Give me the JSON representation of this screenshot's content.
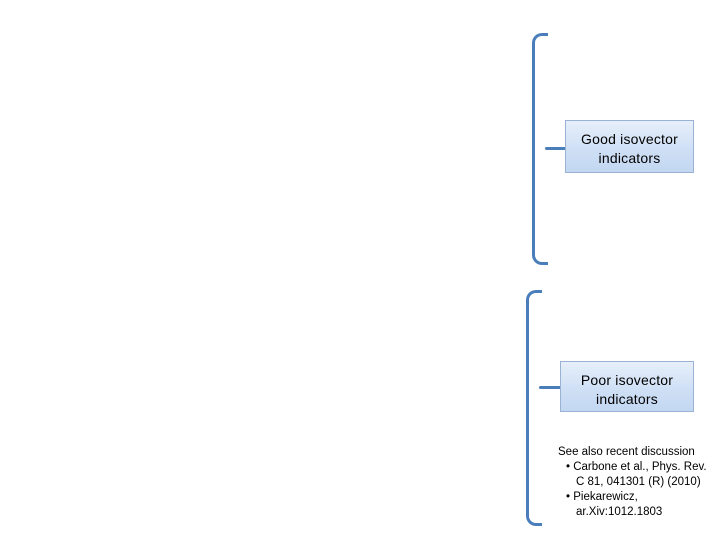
{
  "slide": {
    "brackets": [
      {
        "name": "top-bracket",
        "color": "#4a7ebb"
      },
      {
        "name": "bottom-bracket",
        "color": "#4a7ebb"
      }
    ],
    "labels": {
      "good": {
        "line1": "Good isovector",
        "line2": "indicators"
      },
      "poor": {
        "line1": "Poor isovector",
        "line2": "indicators"
      }
    },
    "note": {
      "heading": "See also recent discussion",
      "lines": [
        "• Carbone et al., Phys. Rev.",
        "C 81, 041301 (R) (2010)",
        "• Piekarewicz,",
        "ar.Xiv:1012.1803"
      ]
    },
    "colors": {
      "bracket": "#4a7ebb",
      "box_border": "#9ab3d5",
      "box_fill": "#cfe0f5",
      "text": "#000000",
      "background": "#ffffff"
    }
  }
}
